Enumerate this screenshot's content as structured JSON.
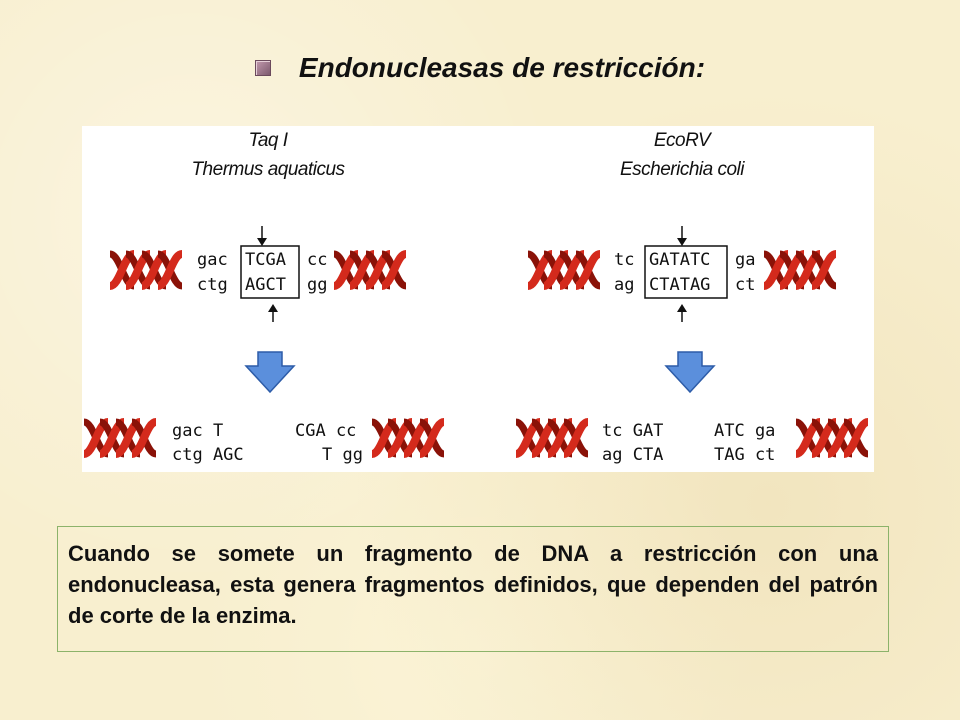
{
  "title": "Endonucleasas de restricción:",
  "figure": {
    "left_enzyme": {
      "name": "Taq I",
      "organism": "Thermus aquaticus",
      "top_left": "gac",
      "top_site": "TCGA",
      "top_right": "cc",
      "bottom_left": "ctg",
      "bottom_site": "AGCT",
      "bottom_right": "gg",
      "frag1_top": "gac T",
      "frag1_bottom": "ctg AGC",
      "frag2_top": "CGA cc",
      "frag2_bottom": "T gg"
    },
    "right_enzyme": {
      "name": "EcoRV",
      "organism": "Escherichia coli",
      "top_left": "tc",
      "top_site": "GATATC",
      "top_right": "ga",
      "bottom_left": "ag",
      "bottom_site": "CTATAG",
      "bottom_right": "ct",
      "frag1_top": "tc GAT",
      "frag1_bottom": "ag CTA",
      "frag2_top": "ATC ga",
      "frag2_bottom": "TAG ct"
    },
    "colors": {
      "helix": "#d42a1c",
      "helix_dark": "#8a1208",
      "arrow": "#5b8fdc",
      "arrow_edge": "#2d5ca8"
    }
  },
  "caption": "Cuando se somete un fragmento de DNA a restricción con una endonucleasa, esta genera fragmentos definidos, que dependen del patrón de corte de la enzima."
}
